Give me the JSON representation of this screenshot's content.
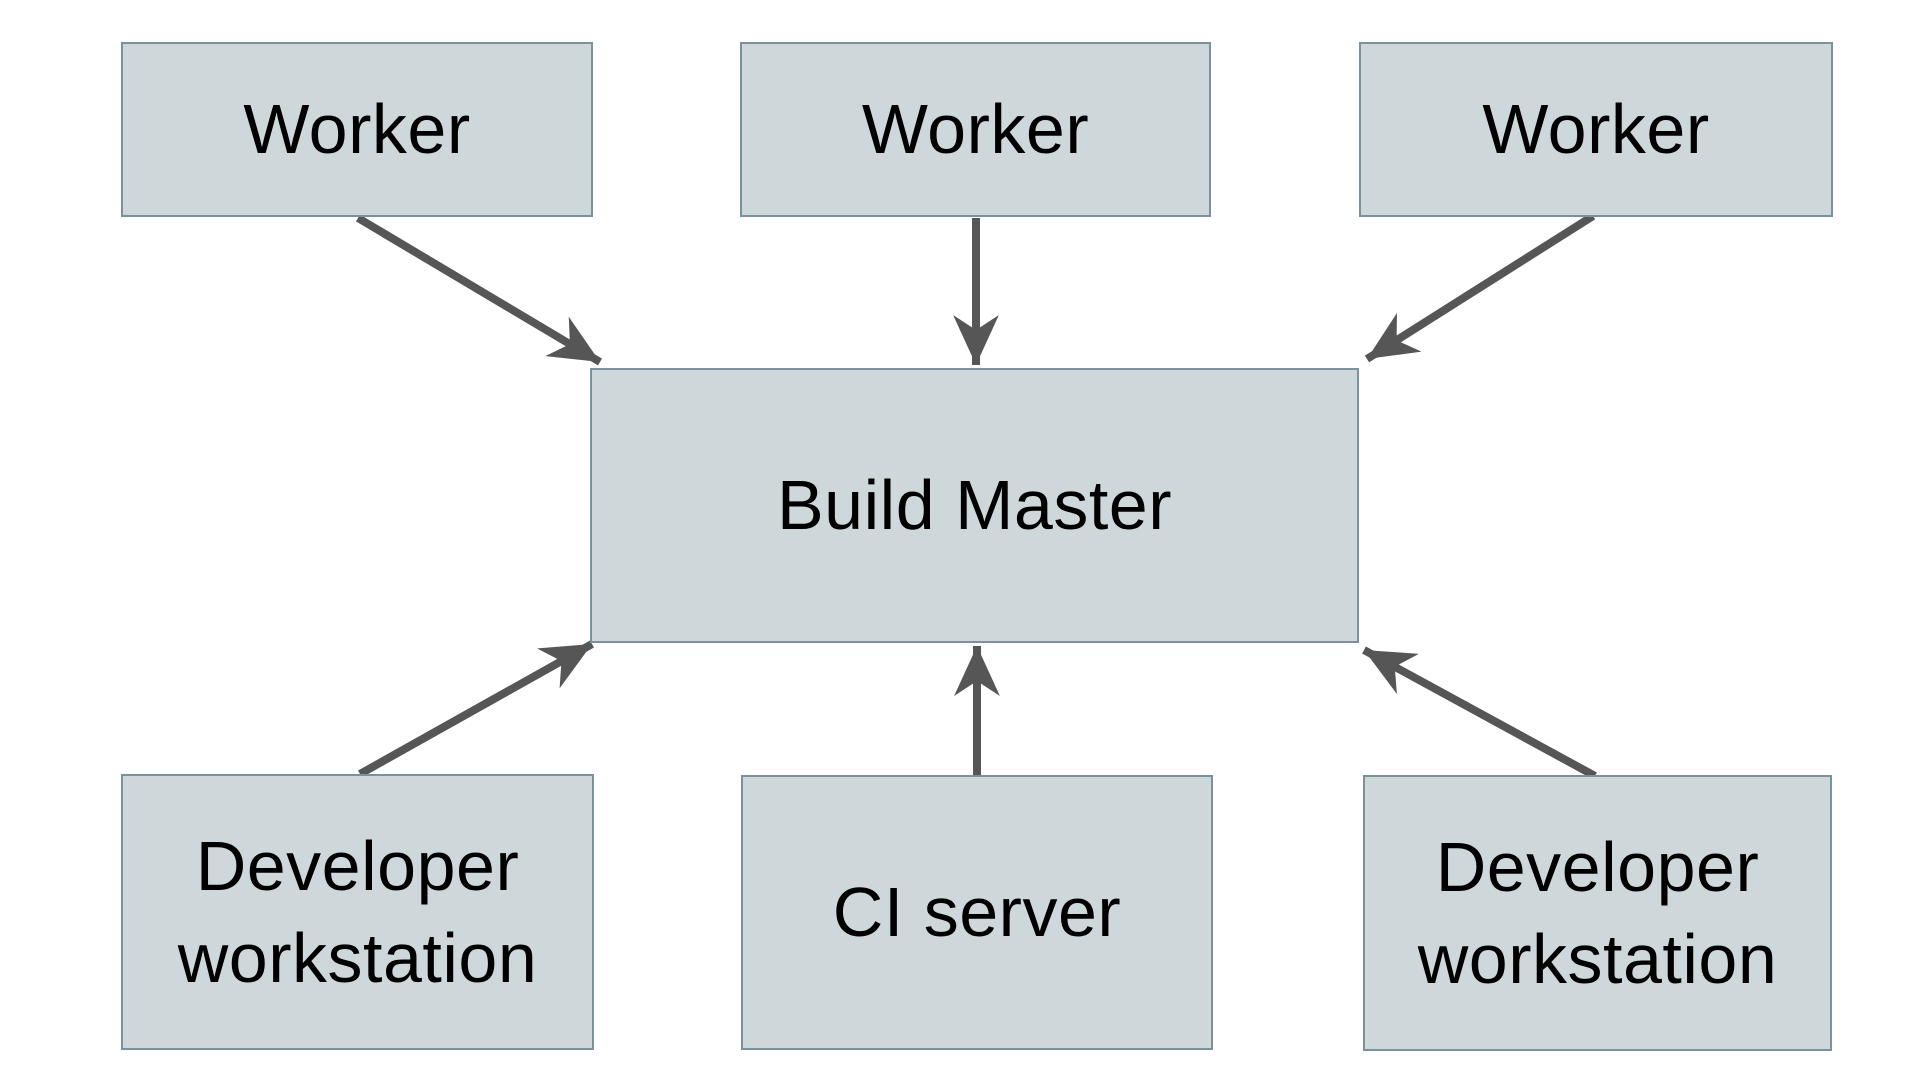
{
  "diagram": {
    "background_color": "#ffffff",
    "node_fill_color": "#ced8da",
    "node_border_color": "#7b929d",
    "arrow_color": "#565656",
    "text_color": "#000000",
    "nodes": [
      {
        "id": "worker-1",
        "label": "Worker"
      },
      {
        "id": "worker-2",
        "label": "Worker"
      },
      {
        "id": "worker-3",
        "label": "Worker"
      },
      {
        "id": "build-master",
        "label": "Build Master"
      },
      {
        "id": "developer-workstation-left",
        "label": "Developer workstation"
      },
      {
        "id": "ci-server",
        "label": "CI server"
      },
      {
        "id": "developer-workstation-right",
        "label": "Developer workstation"
      }
    ],
    "edges": [
      {
        "from": "worker-1",
        "to": "build-master"
      },
      {
        "from": "worker-2",
        "to": "build-master"
      },
      {
        "from": "worker-3",
        "to": "build-master"
      },
      {
        "from": "developer-workstation-left",
        "to": "build-master"
      },
      {
        "from": "ci-server",
        "to": "build-master"
      },
      {
        "from": "developer-workstation-right",
        "to": "build-master"
      }
    ]
  }
}
